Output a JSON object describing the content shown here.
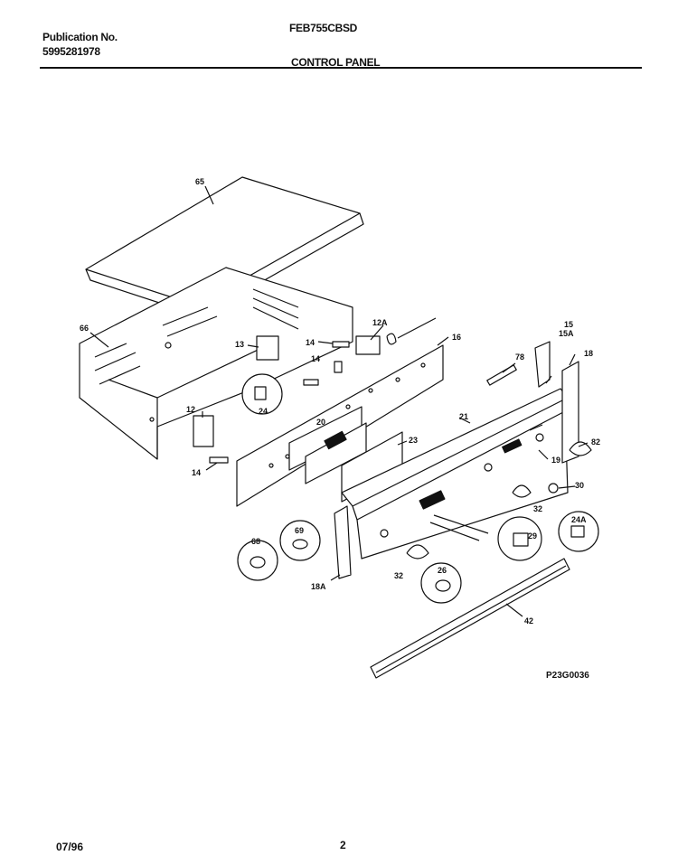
{
  "header": {
    "publication_label": "Publication No.",
    "publication_number": "5995281978",
    "model": "FEB755CBSD",
    "section_title": "CONTROL PANEL"
  },
  "diagram": {
    "drawing_code": "P23G0036",
    "callouts": {
      "p65": "65",
      "p66": "66",
      "p12A": "12A",
      "p13": "13",
      "p14a": "14",
      "p14b": "14",
      "p14c": "14",
      "p16": "16",
      "p15": "15",
      "p15A": "15A",
      "p18": "18",
      "p78": "78",
      "p24": "24",
      "p12": "12",
      "p20": "20",
      "p21": "21",
      "p23": "23",
      "p82": "82",
      "p19": "19",
      "p30": "30",
      "p32a": "32",
      "p24A": "24A",
      "p69": "69",
      "p68": "68",
      "p29": "29",
      "p32b": "32",
      "p26": "26",
      "p18A": "18A",
      "p42": "42"
    }
  },
  "footer": {
    "date": "07/96",
    "page": "2"
  }
}
